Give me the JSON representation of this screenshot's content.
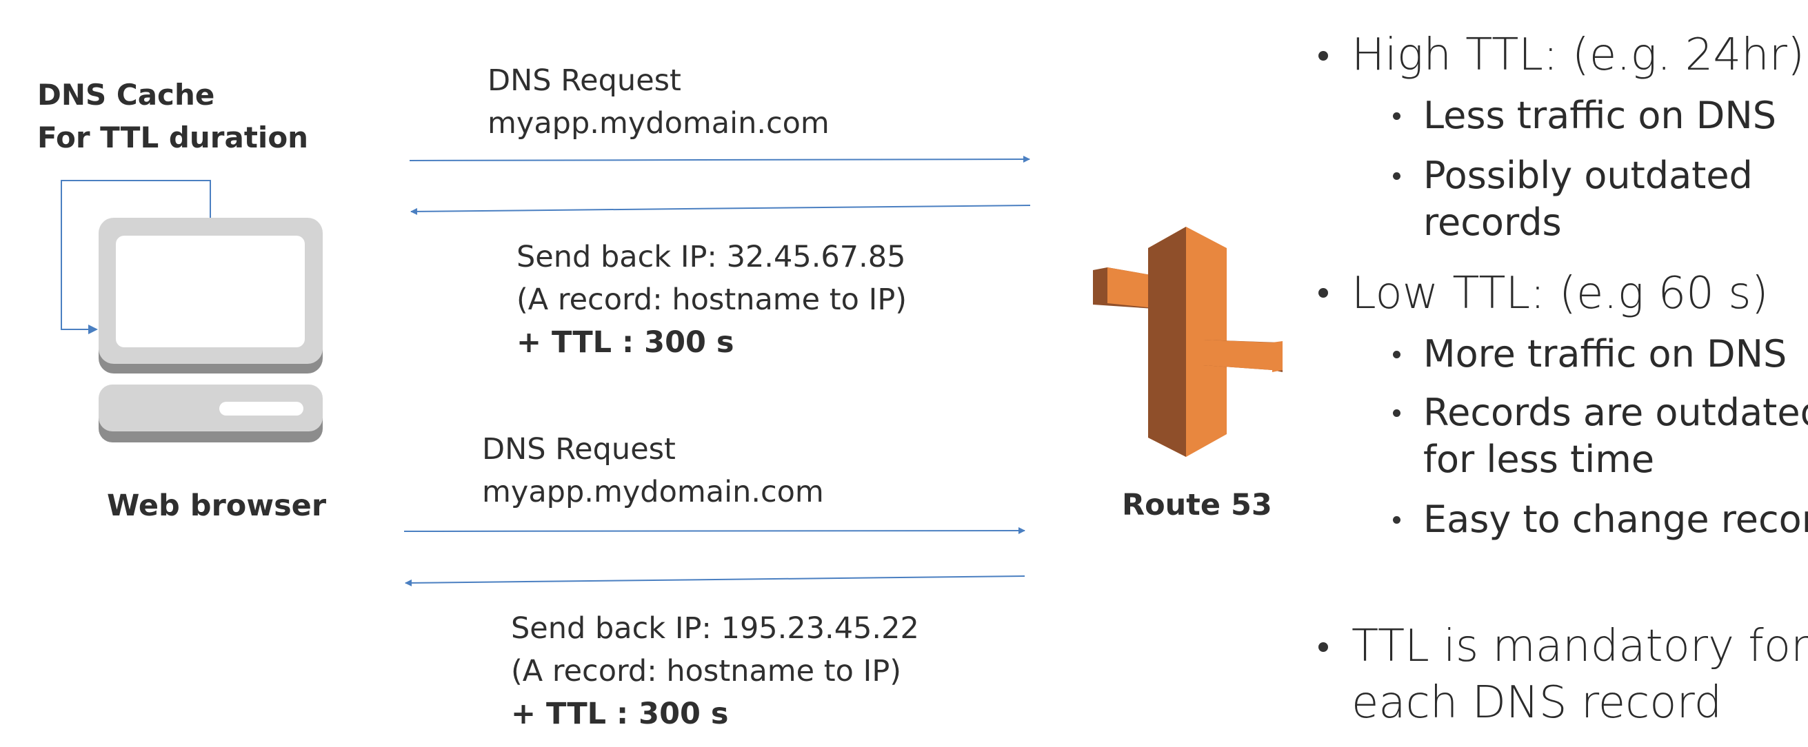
{
  "browser": {
    "cache_line1": "DNS Cache",
    "cache_line2": "For TTL duration",
    "label": "Web browser"
  },
  "server": {
    "label": "Route 53"
  },
  "exchanges": [
    {
      "request_line1": "DNS Request",
      "request_line2": "myapp.mydomain.com",
      "response_line1": "Send back IP: 32.45.67.85",
      "response_line2": "(A record: hostname to IP)",
      "response_line3": "+ TTL : 300 s"
    },
    {
      "request_line1": "DNS Request",
      "request_line2": "myapp.mydomain.com",
      "response_line1": "Send back IP: 195.23.45.22",
      "response_line2": "(A record: hostname to IP)",
      "response_line3": "+ TTL : 300 s"
    }
  ],
  "notes": {
    "high": {
      "title": "High TTL: (e.g. 24hr)",
      "items": [
        "Less traffic on DNS",
        "Possibly outdated",
        "records"
      ]
    },
    "low": {
      "title": "Low TTL: (e.g 60 s)",
      "items": [
        "More traffic on DNS",
        "Records are outdated",
        "for less time",
        "Easy to change records"
      ]
    },
    "mandatory": {
      "line1": "TTL is mandatory for",
      "line2": "each DNS record"
    }
  },
  "colors": {
    "arrow": "#4a7fc1",
    "route53_light": "#e8873f",
    "route53_dark": "#8f4f2a",
    "computer": "#d4d4d4"
  },
  "icons": {
    "client": "computer-icon",
    "server": "route53-icon"
  }
}
